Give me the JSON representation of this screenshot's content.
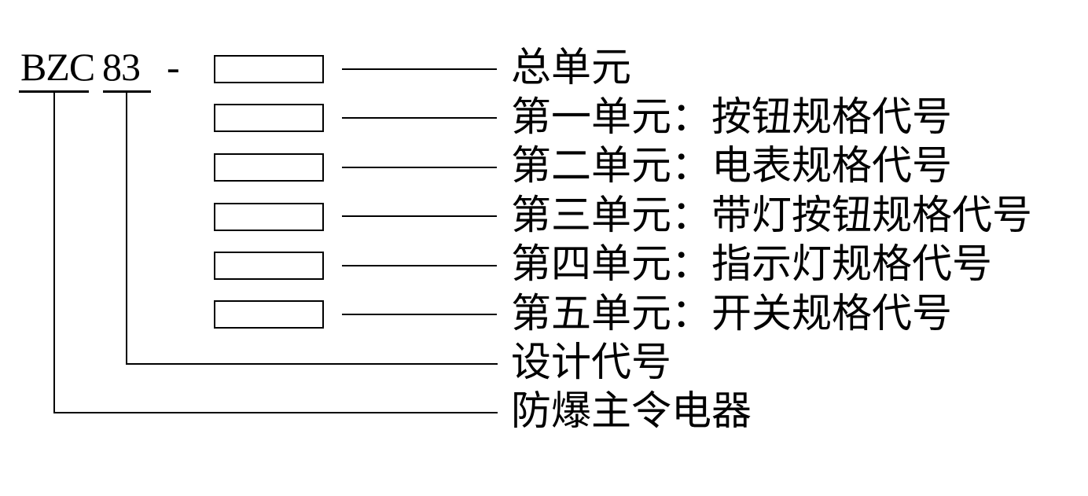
{
  "model": {
    "series_code": "BZC",
    "design_number": "83",
    "separator": "-"
  },
  "units": [
    {
      "label": "总单元"
    },
    {
      "label": "第一单元：按钮规格代号"
    },
    {
      "label": "第二单元：电表规格代号"
    },
    {
      "label": "第三单元：带灯按钮规格代号"
    },
    {
      "label": "第四单元：指示灯规格代号"
    },
    {
      "label": "第五单元：开关规格代号"
    }
  ],
  "legend": {
    "design_code_label": "设计代号",
    "product_name_label": "防爆主令电器"
  },
  "colors": {
    "line": "#000000",
    "text": "#000000",
    "background": "#ffffff"
  }
}
